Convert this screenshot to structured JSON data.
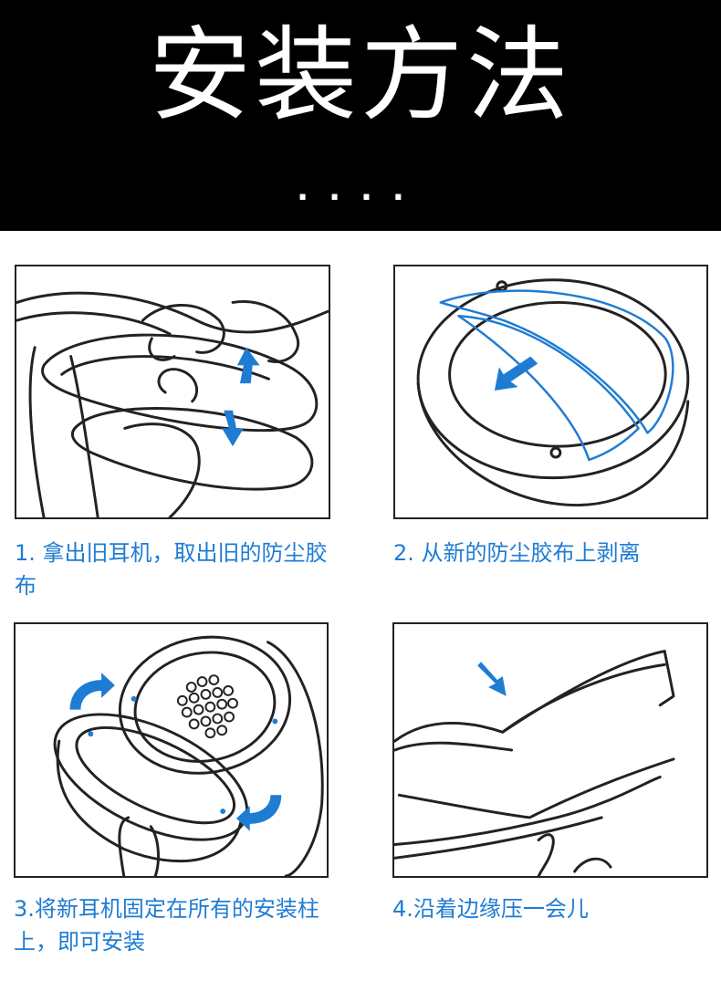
{
  "header": {
    "title": "安装方法",
    "dots": "...."
  },
  "steps": [
    {
      "caption": "1. 拿出旧耳机，取出旧的防尘胶布"
    },
    {
      "caption": "2. 从新的防尘胶布上剥离"
    },
    {
      "caption": "3.将新耳机固定在所有的安装柱上，即可安装"
    },
    {
      "caption": "4.沿着边缘压一会儿"
    }
  ],
  "colors": {
    "accent": "#1f7cd3",
    "header_bg": "#000000",
    "line": "#222222"
  }
}
